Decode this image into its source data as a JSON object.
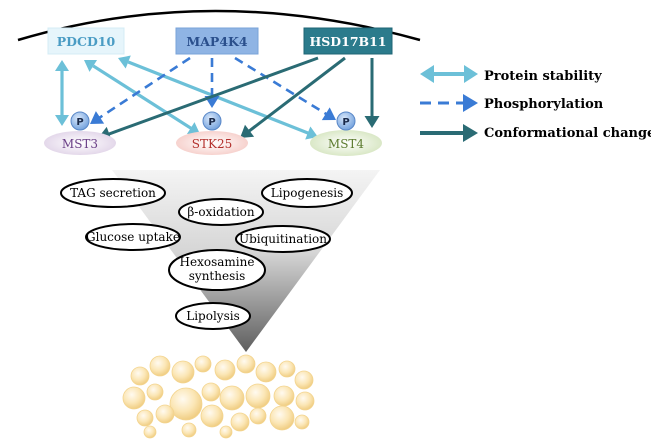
{
  "top_nodes": [
    {
      "id": "pdcd10",
      "label": "PDCD10",
      "fill": "#e6f5fb",
      "text_color": "#4a9cc4"
    },
    {
      "id": "map4k4",
      "label": "MAP4K4",
      "fill": "#8fb4e4",
      "text_color": "#2a4f8c"
    },
    {
      "id": "hsd17b11",
      "label": "HSD17B11",
      "fill": "#2b7b8c",
      "text_color": "#ffffff"
    }
  ],
  "kinases": [
    {
      "id": "mst3",
      "label": "MST3",
      "fill": "#efe6f2",
      "text_color": "#6a3f86"
    },
    {
      "id": "stk25",
      "label": "STK25",
      "fill": "#fbe3e1",
      "text_color": "#b3302c"
    },
    {
      "id": "mst4",
      "label": "MST4",
      "fill": "#e7f0da",
      "text_color": "#5b7a2e"
    }
  ],
  "phospho_label": "P",
  "legend": [
    {
      "id": "protein-stability",
      "label": "Protein stability",
      "style": "double",
      "color": "#6cc0d8"
    },
    {
      "id": "phosphorylation",
      "label": "Phosphorylation",
      "style": "dashed",
      "color": "#3a7bd5"
    },
    {
      "id": "conformational-change",
      "label": "Conformational change",
      "style": "solid",
      "color": "#2a6b74"
    }
  ],
  "processes": [
    {
      "id": "tag-secretion",
      "lines": [
        "TAG secretion"
      ]
    },
    {
      "id": "lipogenesis",
      "lines": [
        "Lipogenesis"
      ]
    },
    {
      "id": "beta-oxidation",
      "lines": [
        "β-oxidation"
      ]
    },
    {
      "id": "glucose-uptake",
      "lines": [
        "Glucose uptake"
      ]
    },
    {
      "id": "ubiquitination",
      "lines": [
        "Ubiquitination"
      ]
    },
    {
      "id": "hexosamine-synthesis",
      "lines": [
        "Hexosamine",
        "synthesis"
      ]
    },
    {
      "id": "lipolysis",
      "lines": [
        "Lipolysis"
      ]
    }
  ],
  "colors": {
    "protein_stability": "#6cc0d8",
    "phosphorylation": "#3a7bd5",
    "conformational": "#2a6b74",
    "p_circle": "#8fb4e4",
    "funnel_top": "#eeeeee",
    "funnel_bottom": "#6f6f6f",
    "droplet": "#f8dfa0"
  }
}
